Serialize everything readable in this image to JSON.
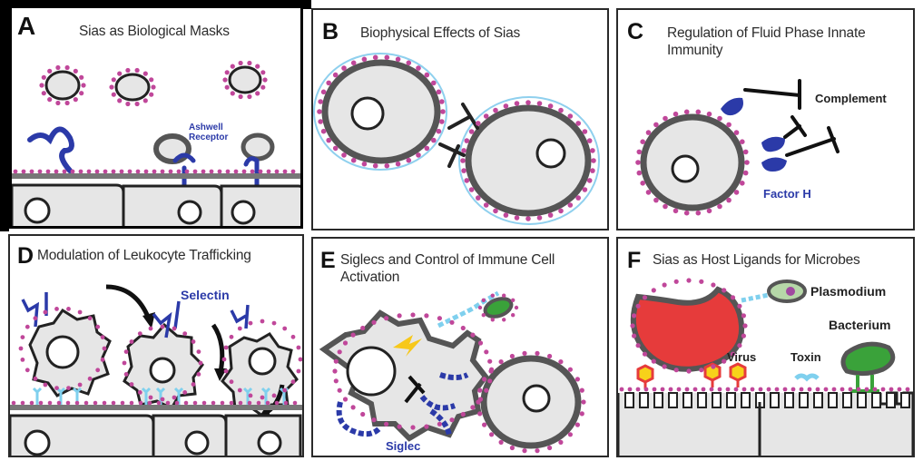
{
  "panels": {
    "a": {
      "label": "A",
      "title": "Sias as Biological Masks",
      "receptor": "Ashwell Receptor"
    },
    "b": {
      "label": "B",
      "title": "Biophysical Effects of Sias"
    },
    "c": {
      "label": "C",
      "title": "Regulation of Fluid Phase Innate Immunity",
      "complement": "Complement",
      "factor": "Factor H"
    },
    "d": {
      "label": "D",
      "title": "Modulation of Leukocyte Trafficking",
      "selectin": "Selectin"
    },
    "e": {
      "label": "E",
      "title": "Siglecs and Control of Immune Cell Activation",
      "siglec": "Siglec"
    },
    "f": {
      "label": "F",
      "title": "Sias as Host Ligands for Microbes",
      "plasmodium": "Plasmodium",
      "bacterium": "Bacterium",
      "virus": "Virus",
      "toxin": "Toxin"
    }
  },
  "colors": {
    "sialic": "#c0479a",
    "receptor": "#2b3aa8",
    "complement": "#111111",
    "halo": "#8fd0ee",
    "cell_fill": "#e6e6e6",
    "rbc": "#e63b3b",
    "bacterium": "#3aa23a",
    "virus": "#f7d21a"
  }
}
